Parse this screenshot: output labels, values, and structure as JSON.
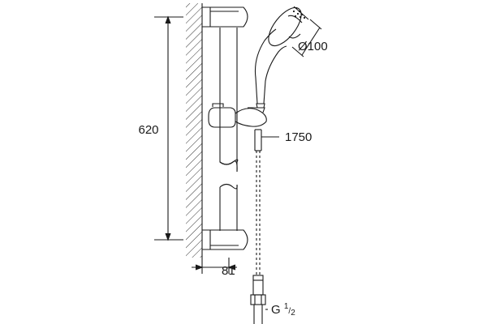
{
  "dimensions": {
    "height": "620",
    "hose_length": "1750",
    "head_diameter": "Ø100",
    "wall_offset": "81",
    "thread_prefix": "G ",
    "thread_num": "1",
    "thread_sep": "/",
    "thread_den": "2"
  },
  "colors": {
    "line": "#1a1a1a",
    "background": "#ffffff"
  }
}
